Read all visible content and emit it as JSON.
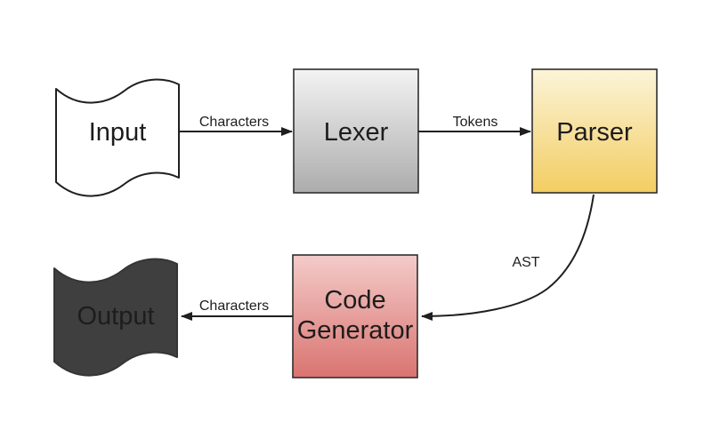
{
  "diagram": {
    "title": "Compiler pipeline flow diagram",
    "background": "#ffffff",
    "nodes": {
      "input": {
        "label": "Input",
        "shape": "tape",
        "fill": "#ffffff",
        "stroke": "#1f1f1f",
        "text_color": "#1d1d1d"
      },
      "lexer": {
        "label": "Lexer",
        "shape": "rect",
        "fill_top": "#f3f3f3",
        "fill_bottom": "#acacac",
        "stroke": "#2e2e2e",
        "text_color": "#1d1d1d"
      },
      "parser": {
        "label": "Parser",
        "shape": "rect",
        "fill_top": "#fcf4d9",
        "fill_bottom": "#f3cd62",
        "stroke": "#2e2e2e",
        "text_color": "#1d1d1d"
      },
      "code_generator": {
        "label": "Code Generator",
        "label_line1": "Code",
        "label_line2": "Generator",
        "shape": "rect",
        "fill_top": "#f3cbc9",
        "fill_bottom": "#da7470",
        "stroke": "#2e2e2e",
        "text_color": "#1d1d1d"
      },
      "output": {
        "label": "Output",
        "shape": "tape",
        "fill": "#3f3f3f",
        "stroke": "#353535",
        "text_color": "#ffffff"
      }
    },
    "edges": [
      {
        "from": "Input",
        "to": "Lexer",
        "label": "Characters"
      },
      {
        "from": "Lexer",
        "to": "Parser",
        "label": "Tokens"
      },
      {
        "from": "Parser",
        "to": "Code Generator",
        "label": "AST"
      },
      {
        "from": "Code Generator",
        "to": "Output",
        "label": "Characters"
      }
    ],
    "colors": {
      "arrow": "#1f1f1f"
    }
  }
}
